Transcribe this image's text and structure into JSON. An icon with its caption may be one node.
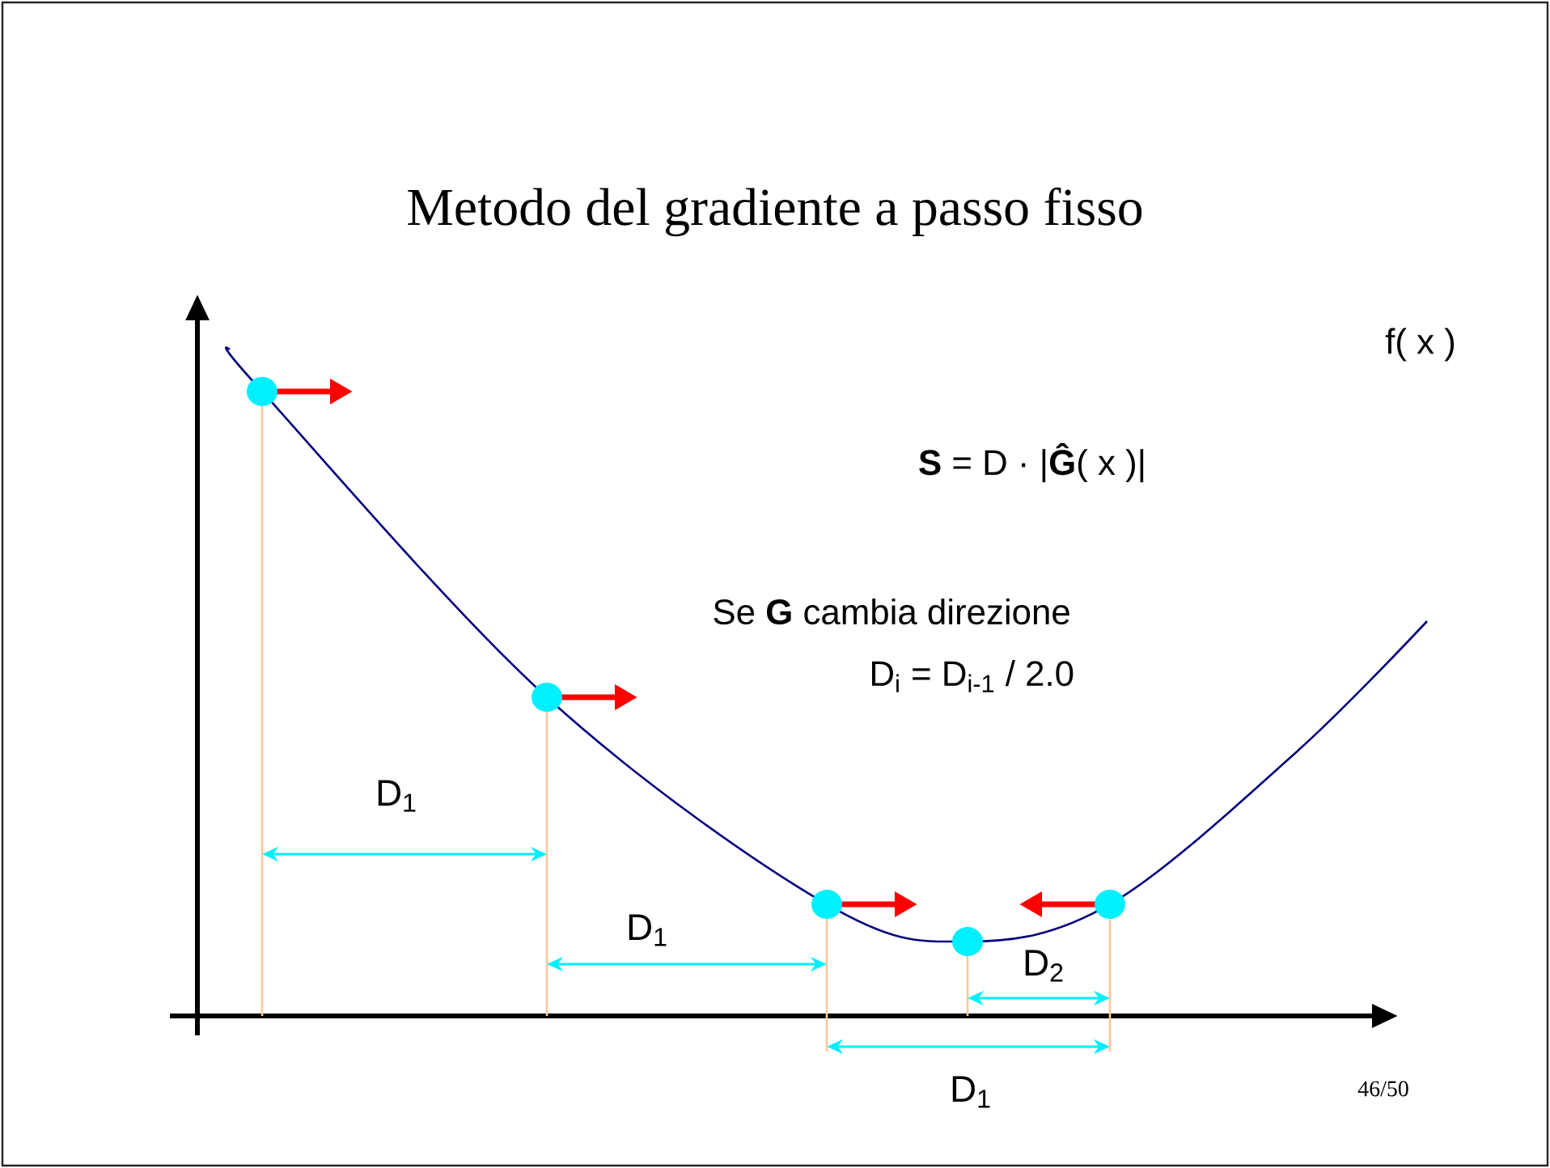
{
  "diagram": {
    "title": "Metodo del gradiente a passo fisso",
    "labels": [
      "f( x )",
      "**S** = D · |**Ĝ**( x )|",
      "Se **G** cambia direzione",
      "D$_{i}$  = D$_{i-1}$  /  2.0",
      "D$_{1}$",
      "D$_{1}$",
      "D$_{2}$",
      "D$_{1}$",
      "46/50"
    ]
  }
}
